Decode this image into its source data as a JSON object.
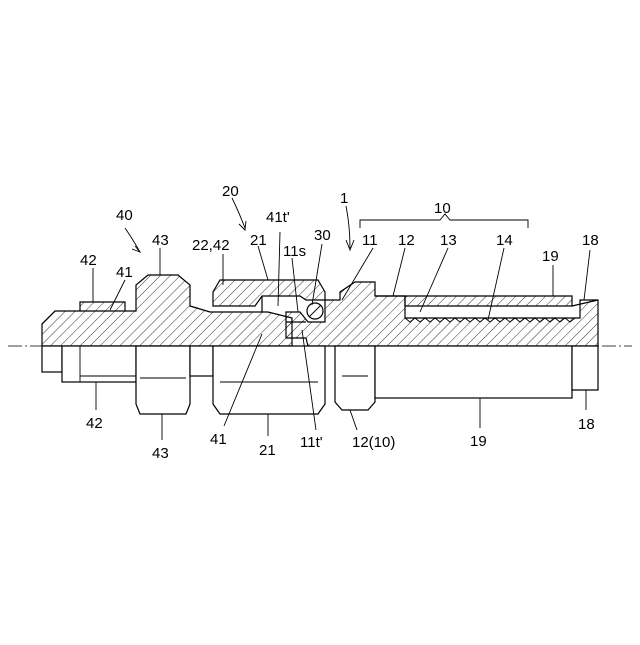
{
  "labels": {
    "n1": "1",
    "n10": "10",
    "n20": "20",
    "n40": "40",
    "n43_top": "43",
    "n22_42": "22,42",
    "n21_top": "21",
    "n41t": "41t'",
    "n11s": "11s",
    "n30": "30",
    "n11": "11",
    "n12_top": "12",
    "n13": "13",
    "n14": "14",
    "n19_top": "19",
    "n18_top": "18",
    "n42_top": "42",
    "n41_top": "41",
    "n42_bot": "42",
    "n43_bot": "43",
    "n41_bot": "41",
    "n21_bot": "21",
    "n11t": "11t'",
    "n12_10": "12(10)",
    "n19_bot": "19",
    "n18_bot": "18"
  }
}
